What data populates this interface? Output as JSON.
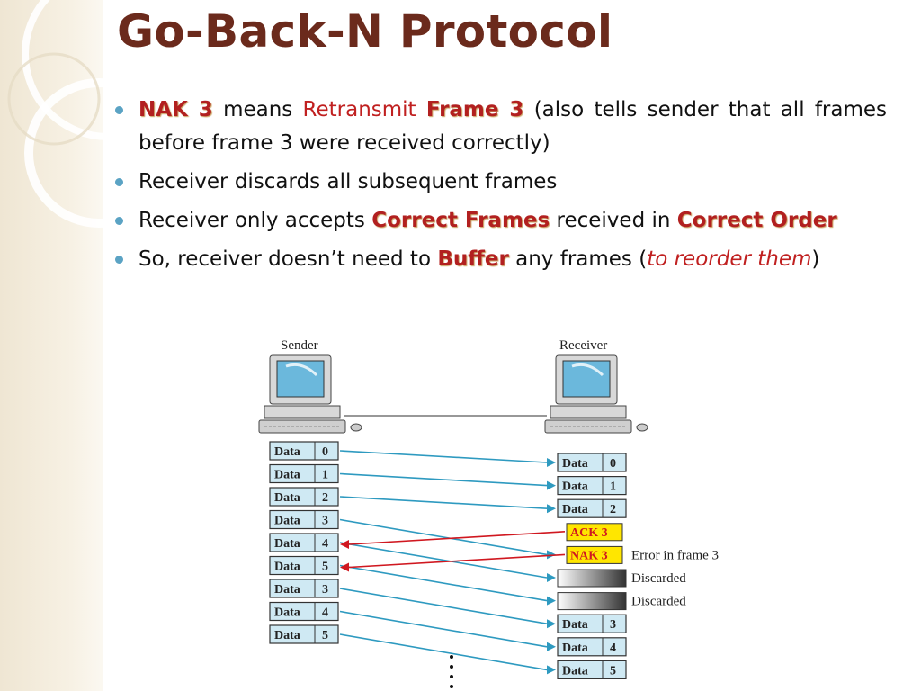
{
  "slide": {
    "title": "Go-Back-N Protocol"
  },
  "bullets": [
    {
      "nak": "NAK 3",
      "means": "means",
      "retransmit": "Retransmit",
      "frame": "Frame 3",
      "rest": "(also tells sender that all frames before frame 3 were received correctly)"
    },
    {
      "text": "Receiver discards all subsequent frames"
    },
    {
      "pre": "Receiver only accepts",
      "hl1": "Correct Frames",
      "mid": "received in",
      "hl2": "Correct Order"
    },
    {
      "pre": "So, receiver doesn’t need to",
      "hl": "Buffer",
      "mid": "any frames (",
      "italic": "to reorder them",
      "post": ")"
    }
  ],
  "diagram": {
    "sender_label": "Sender",
    "receiver_label": "Receiver",
    "frame_word": "Data",
    "sender_frames": [
      "0",
      "1",
      "2",
      "3",
      "4",
      "5",
      "3",
      "4",
      "5"
    ],
    "receiver_frames": [
      {
        "text": "Data",
        "num": "0",
        "kind": "data"
      },
      {
        "text": "Data",
        "num": "1",
        "kind": "data"
      },
      {
        "text": "Data",
        "num": "2",
        "kind": "data"
      },
      {
        "text": "ACK 3",
        "kind": "ack"
      },
      {
        "text": "NAK 3",
        "kind": "nak",
        "note": "Error in frame 3"
      },
      {
        "text": "",
        "kind": "discard",
        "note": "Discarded"
      },
      {
        "text": "",
        "kind": "discard",
        "note": "Discarded"
      },
      {
        "text": "Data",
        "num": "3",
        "kind": "data"
      },
      {
        "text": "Data",
        "num": "4",
        "kind": "data"
      },
      {
        "text": "Data",
        "num": "5",
        "kind": "data"
      }
    ],
    "colors": {
      "frame_fill": "#cfe9f3",
      "data_arrow": "#2e9ac0",
      "control_arrow": "#d01820",
      "control_fill": "#ffe600",
      "title": "#6b2a1c"
    }
  }
}
